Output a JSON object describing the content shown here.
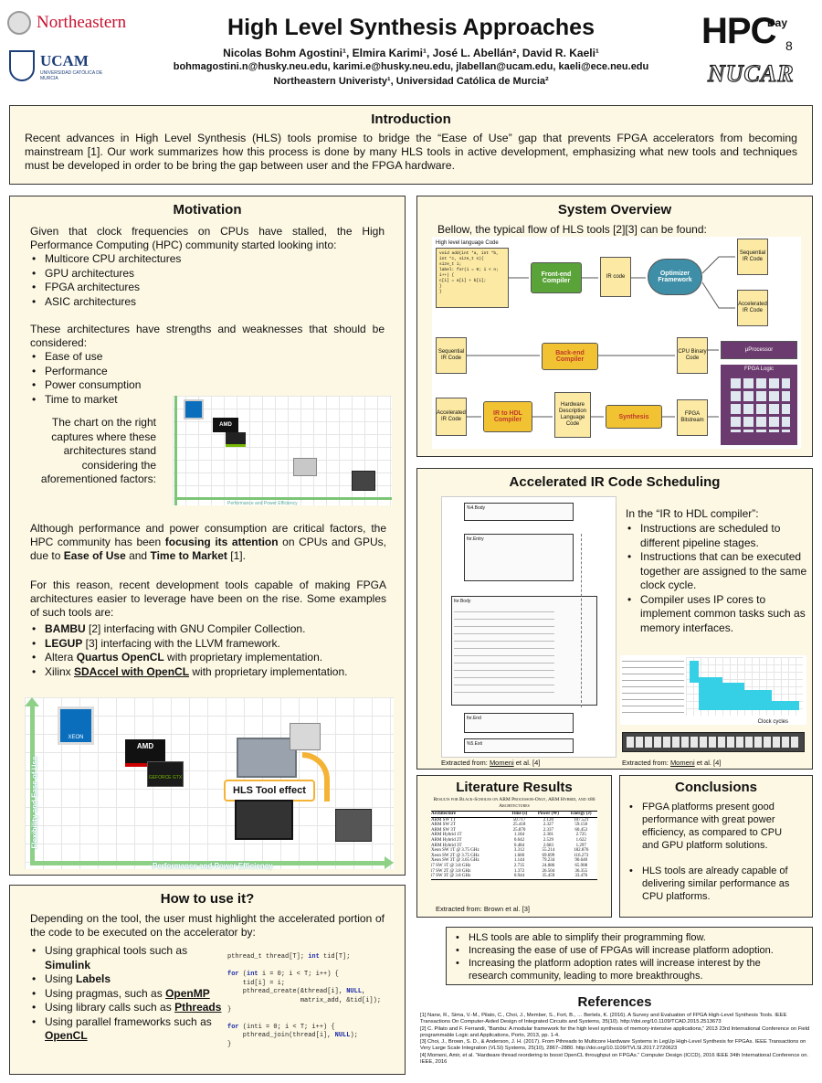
{
  "header": {
    "title": "High Level Synthesis Approaches",
    "authors": "Nicolas Bohm Agostini¹, Elmira Karimi¹, José L. Abellán², David R. Kaeli¹",
    "emails": "bohmagostini.n@husky.neu.edu, karimi.e@husky.neu.edu, jlabellan@ucam.edu, kaeli@ece.neu.edu",
    "affiliations": "Northeastern Univeristy¹, Universidad Católica de Murcia²",
    "logo_northeastern": "Northeastern",
    "logo_ucam": "UCAM",
    "logo_ucam_sub": "UNIVERSIDAD CATÓLICA DE MURCIA",
    "logo_hpc": "HPC",
    "logo_hpc_day": "Day",
    "logo_hpc_num": "8",
    "logo_nucar": "NUCAR"
  },
  "introduction": {
    "title": "Introduction",
    "text": "Recent advances in High Level Synthesis (HLS) tools promise to bridge the “Ease of Use” gap that prevents FPGA accelerators from becoming mainstream [1]. Our work summarizes how this process is done by many HLS tools in active development, emphasizing what new tools and techniques must be developed in order to be bring the gap between user and the FPGA hardware."
  },
  "motivation": {
    "title": "Motivation",
    "p1": "Given that clock frequencies on CPUs have stalled, the High Performance Computing (HPC) community started looking into:",
    "list1": [
      "Multicore CPU architectures",
      "GPU architectures",
      "FPGA architectures",
      "ASIC architectures"
    ],
    "p2": "These architectures have strengths and weaknesses that should be considered:",
    "list2": [
      "Ease of use",
      "Performance",
      "Power consumption",
      "Time to market"
    ],
    "chart_caption": "The chart on the right captures where these architectures stand considering the aforementioned factors:",
    "small_chart_xlabel": "Performance and Power Efficiency",
    "p3_a": "Although performance and power consumption are critical factors, the HPC community has been ",
    "p3_b": "focusing its attention",
    "p3_c": " on CPUs and GPUs, due to ",
    "p3_d": "Ease of Use",
    "p3_e": " and ",
    "p3_f": "Time to Market",
    "p3_g": " [1].",
    "p4": "For this reason, recent development tools capable of making FPGA architectures easier to leverage have been on the rise. Some examples of such tools are:",
    "tools": [
      {
        "bold": "BAMBU",
        "rest": " [2] interfacing with GNU Compiler Collection."
      },
      {
        "bold": "LEGUP",
        "rest": " [3] interfacing with the LLVM framework."
      },
      {
        "pre": "Altera ",
        "bold": "Quartus OpenCL",
        "rest": " with proprietary implementation."
      },
      {
        "pre": "Xilinx ",
        "bold": "SDAccel with OpenCL",
        "rest": " with proprietary implementation."
      }
    ],
    "big_chart": {
      "ylabel": "Flexibility and Ease of Use",
      "xlabel": "Performance and Power Efficiency",
      "hls_label": "HLS Tool effect",
      "intel_label": "XEON",
      "amd_label": "AMD",
      "nvidia_label": "GEFORCE GTX"
    }
  },
  "how_to": {
    "title": "How to use it?",
    "text": "Depending on the tool, the user must highlight the accelerated portion of the code to be executed on the accelerator by:",
    "items": [
      {
        "pre": "Using graphical tools such as ",
        "bold": "Simulink"
      },
      {
        "pre": "Using ",
        "bold": "Labels"
      },
      {
        "pre": "Using pragmas, such as ",
        "bold": "OpenMP"
      },
      {
        "pre": "Using library calls such as ",
        "bold": "Pthreads"
      },
      {
        "pre": "Using parallel frameworks such as ",
        "bold": "OpenCL"
      }
    ],
    "code": [
      "pthread_t thread[T]; int tid[T];",
      "",
      "for (int i = 0; i < T; i++) {",
      "    tid[i] = i;",
      "    pthread_create(&thread[i], NULL,",
      "                   matrix_add, &tid[i]);",
      "}",
      "",
      "for (inti = 0; i < T; i++) {",
      "    pthread_join(thread[i], NULL);",
      "}"
    ]
  },
  "system_overview": {
    "title": "System Overview",
    "text": "Bellow, the typical flow of HLS tools [2][3] can be found:",
    "code_label": "High level language Code",
    "code_lines": [
      "void add(int *a, int *b,",
      "    int *c, size_t n){",
      "  size_t i;",
      "  label: for(i = 0; i < n; i++) {",
      "    c[i] = a[i] + b[i];",
      "  }",
      "}"
    ],
    "front_end": "Front-end Compiler",
    "ir_code": "IR code",
    "optimizer": "Optimizer Framework",
    "seq_ir": "Sequential IR Code",
    "acc_ir": "Accelerated IR Code",
    "seq_ir2": "Sequential IR Code",
    "back_end": "Back-end Compiler",
    "cpu_binary": "CPU Binary Code",
    "uprocessor": "μProcessor",
    "fpga_logic": "FPGA Logic",
    "acc_ir2": "Accelerated IR Code",
    "ir_to_hdl": "IR to HDL Compiler",
    "hdl_code": "Hardware Description Language Code",
    "synthesis": "Synthesis",
    "bitstream": "FPGA Bitstream"
  },
  "scheduling": {
    "title": "Accelerated IR Code Scheduling",
    "lead": "In the “IR to HDL compiler”:",
    "items": [
      "Instructions are scheduled to different pipeline stages.",
      "Instructions that can be executed together are assigned to the same clock cycle.",
      "Compiler uses IP cores to implement common tasks such as memory interfaces."
    ],
    "cfg_blocks": [
      "%4.Body",
      "for.Entry",
      "for.Body",
      "for.End",
      "%5.Exit"
    ],
    "clock_label": "Clock cycles",
    "caption1_pre": "Extracted from: ",
    "caption1_link": "Momeni",
    "caption1_post": " et al. [4]",
    "caption2_pre": "Extracted from: ",
    "caption2_link": "Momeni",
    "caption2_post": " et al. [4]"
  },
  "literature": {
    "title": "Literature Results",
    "table_title": "Results for Black-Scholes on ARM Processor-Only, ARM Hybrid, and x86 Architectures",
    "headers": [
      "Architecture",
      "Time (s)",
      "Power (W)",
      "Energy (J)"
    ],
    "rows": [
      [
        "ARM SW 1T",
        "50.717",
        "2.120",
        "107.521"
      ],
      [
        "ARM SW 2T",
        "25.418",
        "2.327",
        "59.150"
      ],
      [
        "ARM SW 3T",
        "25.870",
        "2.337",
        "60.453"
      ],
      [
        "ARM Hybrid 1T",
        "1.184",
        "2.301",
        "2.725"
      ],
      [
        "ARM Hybrid 2T",
        "0.642",
        "2.529",
        "1.622"
      ],
      [
        "ARM Hybrid 3T",
        "0.484",
        "2.683",
        "1.297"
      ],
      [
        "Xeon SW 1T @ 3.75 GHz",
        "3.312",
        "55.214",
        "182.876"
      ],
      [
        "Xeon SW 2T @ 3.75 GHz",
        "1.660",
        "69.699",
        "116.273"
      ],
      [
        "Xeon SW 3T @ 3.65 GHz",
        "1.144",
        "79.234",
        "90.640"
      ],
      [
        "i7 SW 1T @ 3.8 GHz",
        "2.735",
        "24.086",
        "65.908"
      ],
      [
        "i7 SW 2T @ 3.8 GHz",
        "1.372",
        "26.504",
        "36.355"
      ],
      [
        "i7 SW 3T @ 3.8 GHz",
        "0.944",
        "35.459",
        "33.476"
      ]
    ],
    "caption": "Extracted from: Brown et al. [3]"
  },
  "conclusions": {
    "title": "Conclusions",
    "items": [
      "FPGA platforms present good performance with great power efficiency, as compared to CPU and GPU platform solutions.",
      "HLS tools are already capable of delivering similar performance as CPU platforms."
    ],
    "bottom_items": [
      "HLS tools are able to simplify their programming flow.",
      "Increasing the ease of use of FPGAs will increase platform adoption.",
      "Increasing the platform adoption rates will increase interest by the research community, leading to more breakthroughs."
    ]
  },
  "references": {
    "title": "References",
    "items": [
      "[1] Nane, R., Sima, V.-M., Pilato, C., Choi, J., Member, S., Fort, B., … Bertels, K. (2016). A Survey and Evaluation of FPGA High-Level Synthesis Tools. IEEE Transactions On Computer-Aided Design of Integrated Circuits and Systems, 35(10). http://doi.org/10.1109/TCAD.2015.2513673",
      "[2] C. Pilato and F. Ferrandi, “Bambu: A modular framework for the high level synthesis of memory-intensive applications,” 2013 23rd International Conference on Field programmable Logic and Applications, Porto, 2013, pp. 1-4.",
      "[3] Choi, J., Brown, S. D., & Anderson, J. H. (2017). From Pthreads to Multicore Hardware Systems in LegUp High-Level Synthesis for FPGAs. IEEE Transactions on Very Large Scale Integration (VLSI) Systems, 25(10), 2867–2880. http://doi.org/10.1109/TVLSI.2017.2720623",
      "[4] Momeni, Amir, et al. “Hardware thread reordering to boost OpenCL throughput on FPGAs.” Computer Design (ICCD), 2016 IEEE 34th International Conference on. IEEE, 2016"
    ]
  },
  "colors": {
    "panel_bg": "#fdf8e4",
    "green_box": "#5aa338",
    "teal_box": "#3d8ea6",
    "red_box": "#c0392b",
    "yellow_box": "#f1c232",
    "light_yellow": "#fbe9a4",
    "purple": "#6b3a6e"
  }
}
